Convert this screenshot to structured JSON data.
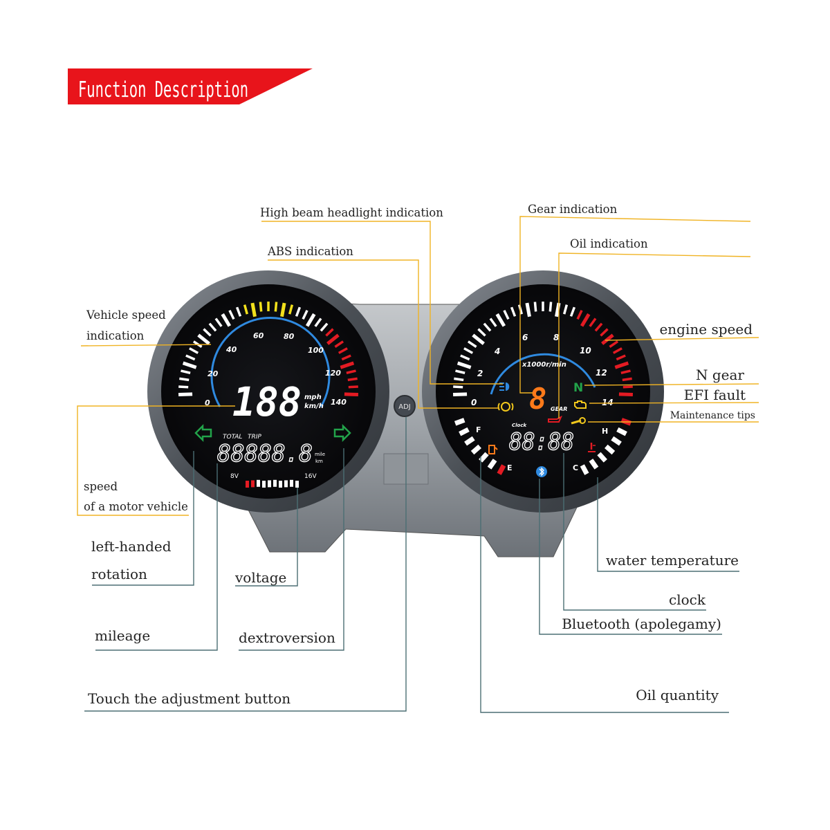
{
  "banner": {
    "title": "Function Description"
  },
  "labels": {
    "high_beam": "High beam headlight indication",
    "abs": "ABS indication",
    "gear_ind": "Gear indication",
    "oil_ind": "Oil indication",
    "vehicle_speed_1": "Vehicle speed",
    "vehicle_speed_2": "indication",
    "engine_speed": "engine speed",
    "n_gear": "N gear",
    "efi_fault": "EFI fault",
    "maintenance": "Maintenance tips",
    "speed_1": "speed",
    "speed_2": "of a motor vehicle",
    "left_1": "left-handed",
    "left_2": "rotation",
    "voltage": "voltage",
    "mileage": "mileage",
    "dextroversion": "dextroversion",
    "touch_adj": "Touch the adjustment button",
    "water_temp": "water temperature",
    "clock": "clock",
    "bluetooth": "Bluetooth (apolegamy)",
    "oil_qty": "Oil quantity"
  },
  "left_gauge": {
    "ticks": [
      "0",
      "20",
      "40",
      "60",
      "80",
      "100",
      "120",
      "140"
    ],
    "speed_value": "188",
    "unit_mph": "mph",
    "unit_kmh": "km/h",
    "total_label": "TOTAL",
    "trip_label": "TRIP",
    "odometer": "88888.8",
    "unit_mile": "mile",
    "unit_km": "km",
    "volt_low": "8V",
    "volt_high": "16V",
    "voltage_bars": 10
  },
  "right_gauge": {
    "ticks": [
      "0",
      "2",
      "4",
      "6",
      "8",
      "10",
      "12",
      "14"
    ],
    "rpm_unit": "x1000r/min",
    "gear_value": "8",
    "gear_label": "GEAR",
    "neutral": "N",
    "clock_label": "Clock",
    "clock_value": "88:88",
    "fuel_f": "F",
    "fuel_e": "E",
    "temp_h": "H",
    "temp_c": "C"
  },
  "center": {
    "adj_button": "ADJ"
  },
  "colors": {
    "banner_red": "#e8141b",
    "leader_line": "#f0b323",
    "gauge_face": "#0c0c0f",
    "bezel": "#5d6268",
    "arc_blue": "#2f8ae0",
    "indicator_green": "#22a34a",
    "gear_orange": "#ff7a1a",
    "redline": "#e31b23",
    "yellow_zone": "#f2e01c"
  },
  "icons": [
    "high-beam-icon",
    "abs-icon",
    "oil-can-icon",
    "engine-check-icon",
    "wrench-icon",
    "fuel-pump-icon",
    "thermometer-icon",
    "bluetooth-icon",
    "left-arrow-icon",
    "right-arrow-icon"
  ]
}
